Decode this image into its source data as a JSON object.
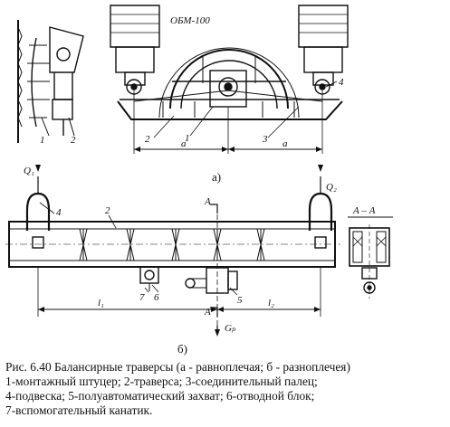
{
  "figure": {
    "top_view": {
      "motor_marking": "ОБМ-100",
      "labels": {
        "n1": "1",
        "n2": "2",
        "n3": "3",
        "n4": "4",
        "a": "a"
      },
      "side_labels": {
        "n1": "1",
        "n2": "2"
      }
    },
    "bottom_view": {
      "labels": {
        "q1": "Q₁",
        "q2": "Q₂",
        "n2": "2",
        "n4": "4",
        "n5": "5",
        "n6": "6",
        "n7": "7",
        "l1": "l₁",
        "l2": "l₂",
        "a_top": "А",
        "a_bot": "А",
        "g": "Gₚ",
        "section": "А – А"
      }
    },
    "sub_a": "а)",
    "sub_b": "б)"
  },
  "caption": {
    "line1": "Рис. 6.40 Балансирные траверсы (а - равноплечая; б - разноплечея)",
    "line2": "1-монтажный штуцер; 2-траверса; 3-соединительный палец;",
    "line3": "4-подвеска; 5-полуавтоматический  захват;   6-отводной  блок;",
    "line4": "7-вспомогательный канатик."
  }
}
